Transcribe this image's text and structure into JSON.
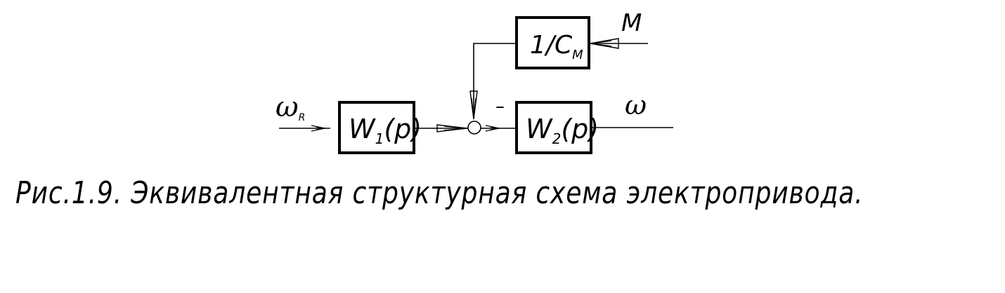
{
  "diagram": {
    "input_signal": {
      "symbol": "ω",
      "subscript": "R"
    },
    "output_signal": {
      "symbol": "ω"
    },
    "disturbance_signal": {
      "symbol": "M"
    },
    "block_w1": {
      "main": "W",
      "sub": "1",
      "arg": "(p)"
    },
    "block_w2": {
      "main": "W",
      "sub": "2",
      "arg": "(p)"
    },
    "block_feedback": {
      "main": "1/C",
      "sub": "M"
    },
    "sum_sign": "–"
  },
  "caption": "Рис.1.9. Эквивалентная структурная схема электропривода."
}
